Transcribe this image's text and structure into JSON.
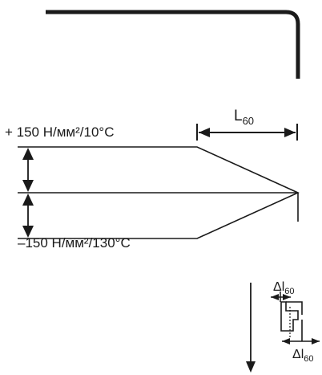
{
  "labels": {
    "top_stress": "+ 150 Н/мм²/10°C",
    "bottom_stress": "–150 Н/мм²/130°C",
    "length_symbol": "L",
    "length_subscript": "60",
    "delta_symbol": "Δl",
    "delta_subscript": "60"
  },
  "colors": {
    "ink": "#1a1a1a",
    "background": "#ffffff"
  }
}
